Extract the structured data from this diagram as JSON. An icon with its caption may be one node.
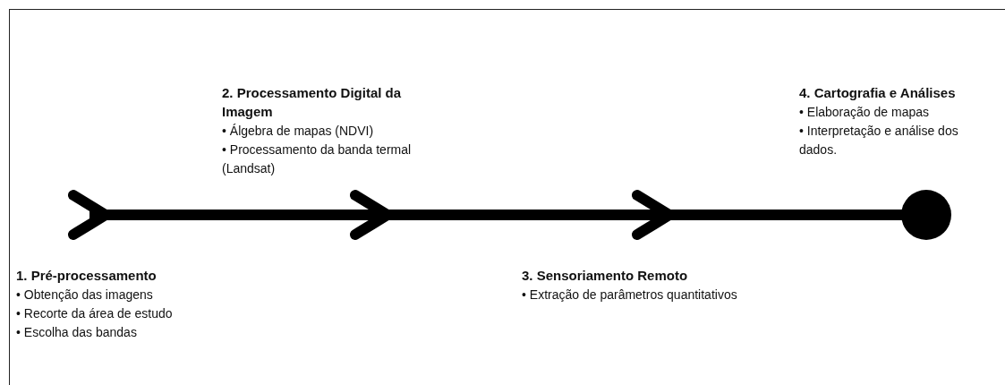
{
  "diagram": {
    "nodes": [
      {
        "text": [
          "1. Pré-processamento",
          "• Obtenção das imagens",
          "• Recorte da área de estudo",
          "• Escolha das bandas"
        ]
      },
      {
        "text": [
          "2. Processamento Digital da Imagem",
          "• Álgebra de mapas (NDVI)",
          "• Processamento da banda termal (Landsat)"
        ]
      },
      {
        "text": [
          "3. Sensoriamento Remoto",
          "• Extração de parâmetros quantitativos"
        ]
      },
      {
        "text": [
          "4. Cartografia e Análises",
          "• Elaboração de mapas",
          "• Interpretação e análise dos dados."
        ]
      }
    ]
  }
}
